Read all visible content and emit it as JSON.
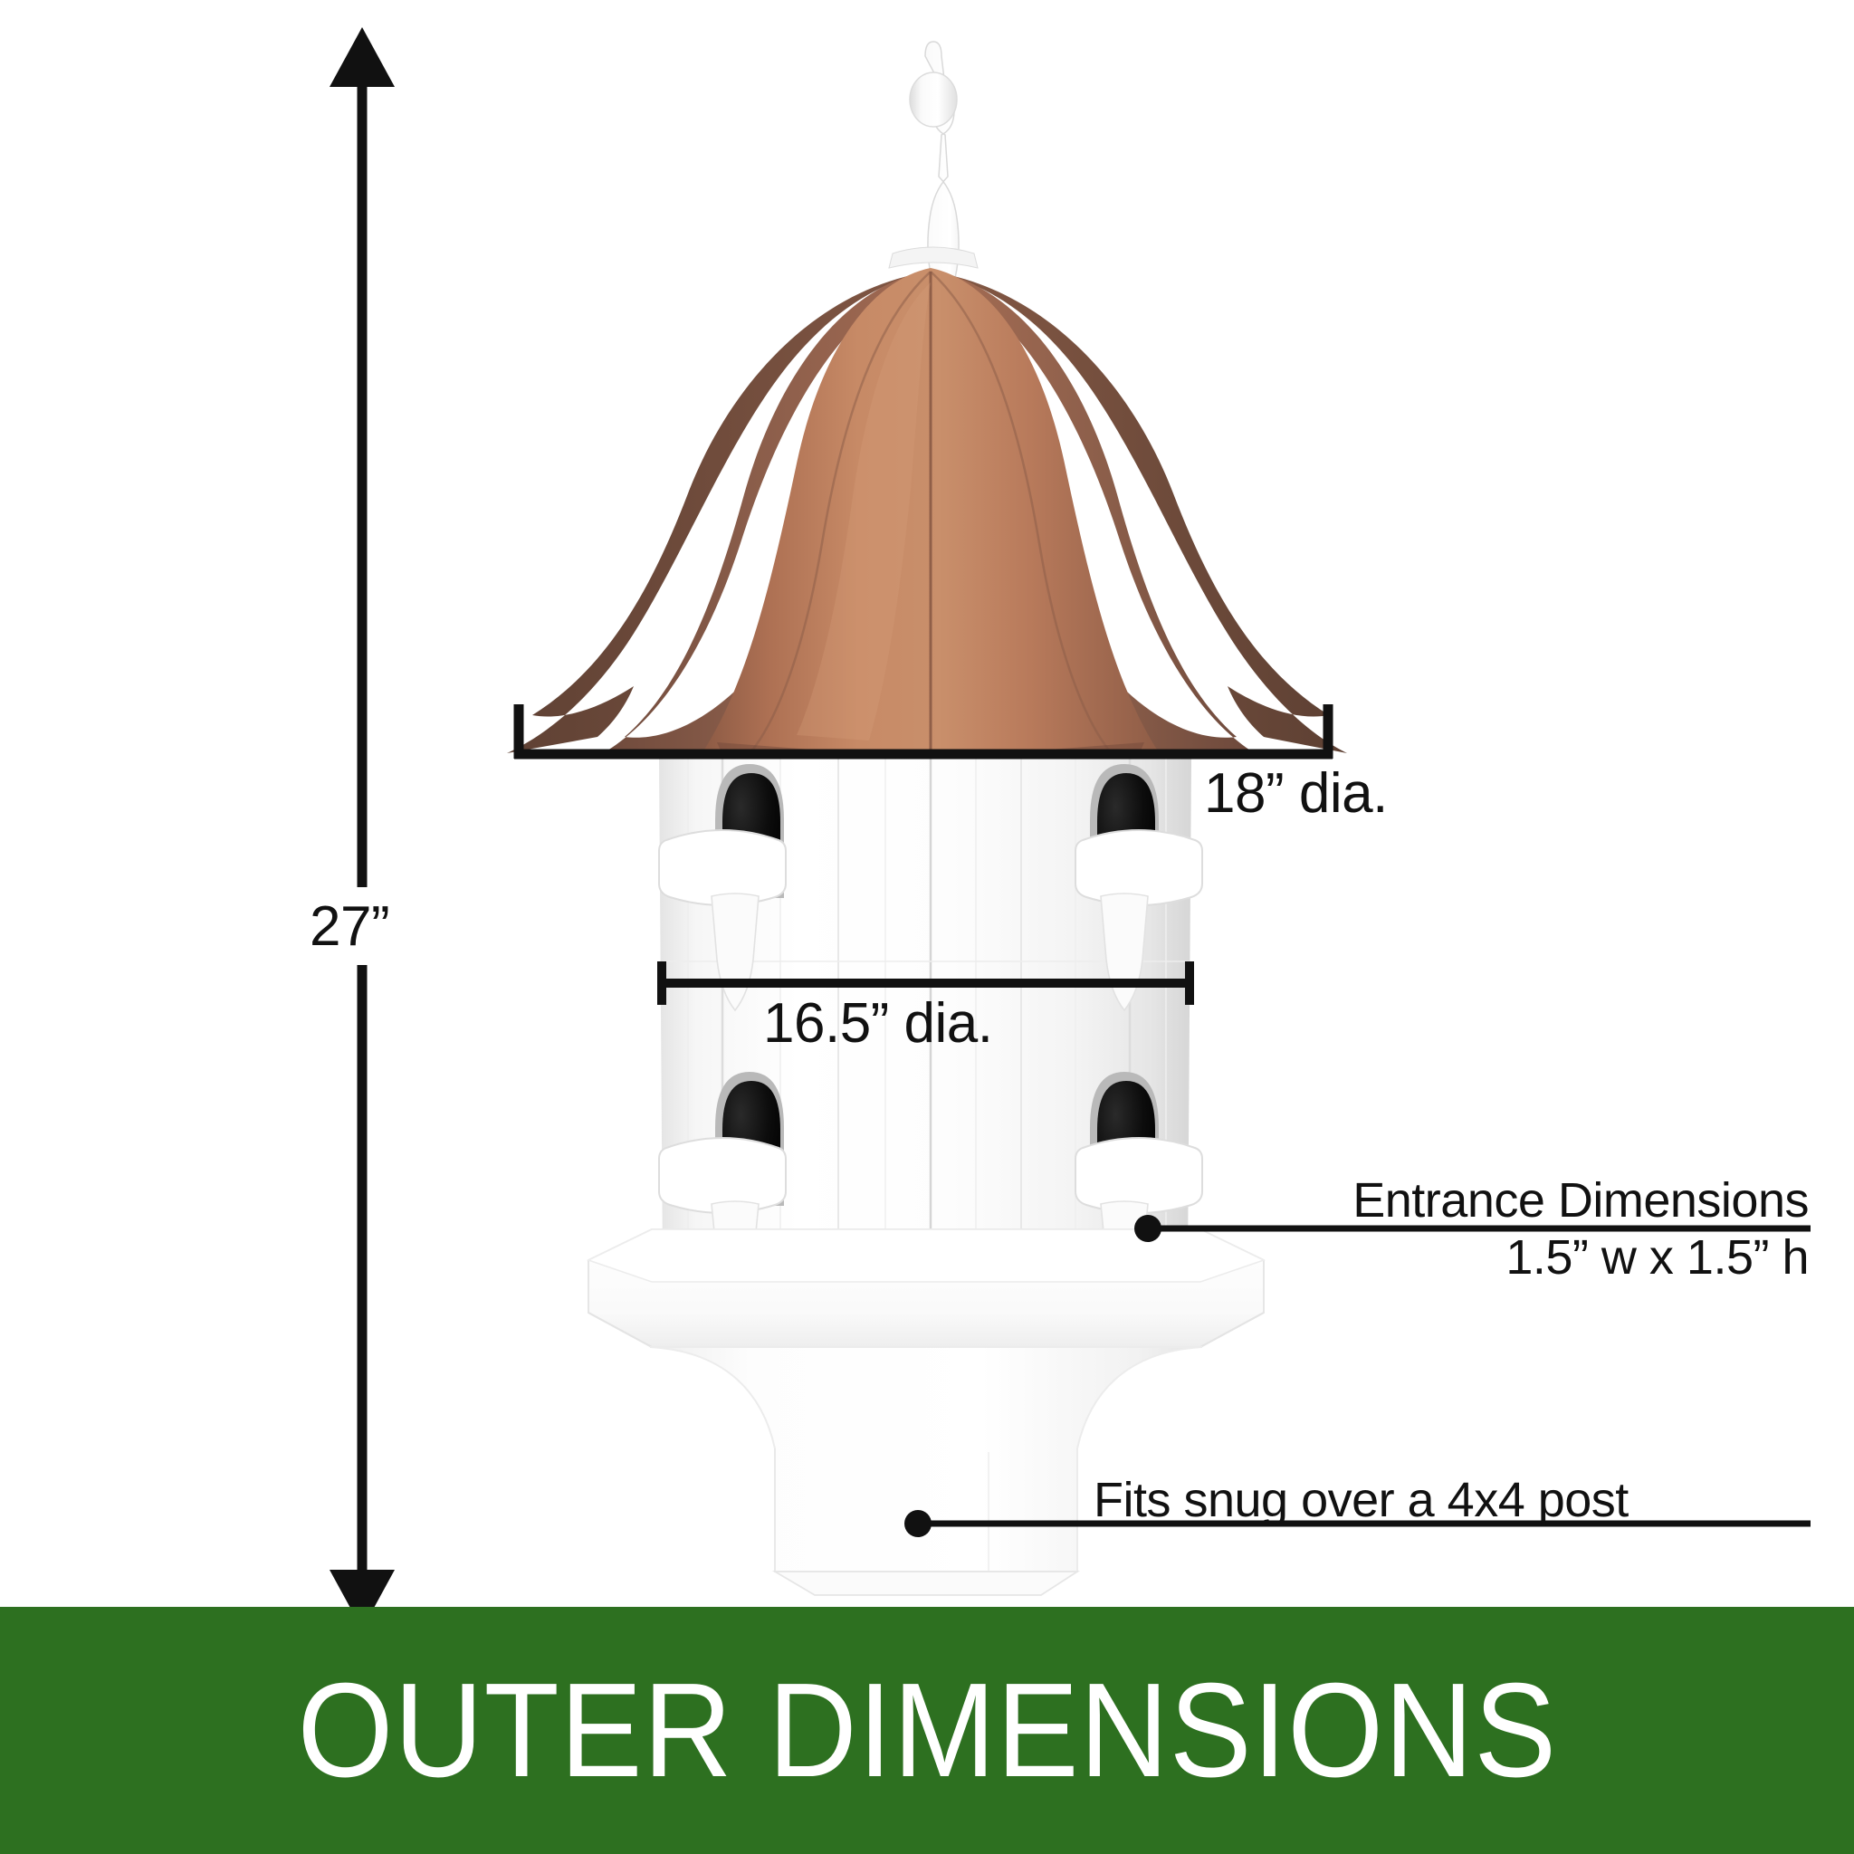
{
  "banner": {
    "title": "OUTER DIMENSIONS",
    "background_color": "#2d7020",
    "text_color": "#ffffff"
  },
  "dimensions": {
    "height": {
      "label": "27”",
      "name": "overall-height",
      "arrow": "double-headed-vertical"
    },
    "roof_diameter": {
      "label": "18” dia.",
      "name": "roof-diameter"
    },
    "body_diameter": {
      "label": "16.5” dia.",
      "name": "body-diameter"
    }
  },
  "callouts": {
    "entrance": {
      "line1": "Entrance Dimensions",
      "line2": "1.5” w x 1.5” h"
    },
    "post": {
      "text": "Fits snug over a 4x4 post"
    }
  },
  "product": {
    "name": "Copper Roof Dovecote Birdhouse",
    "finial_color": "#f2f2f2",
    "roof_copper_light": "#c2815f",
    "roof_copper_mid": "#a96a4e",
    "roof_copper_dark": "#7e5342",
    "body_color": "#ffffff",
    "body_shadow": "#e9e9e9",
    "entrance_hole_color": "#0a0a0a",
    "entrance_count": 4,
    "line_color": "#111111"
  },
  "chart_data": {
    "type": "table",
    "title": "OUTER DIMENSIONS",
    "categories": [
      "Overall height",
      "Roof diameter",
      "Body diameter",
      "Entrance width",
      "Entrance height",
      "Post fit"
    ],
    "values": [
      "27”",
      "18”",
      "16.5”",
      "1.5”",
      "1.5”",
      "4x4"
    ],
    "xlabel": "",
    "ylabel": ""
  }
}
